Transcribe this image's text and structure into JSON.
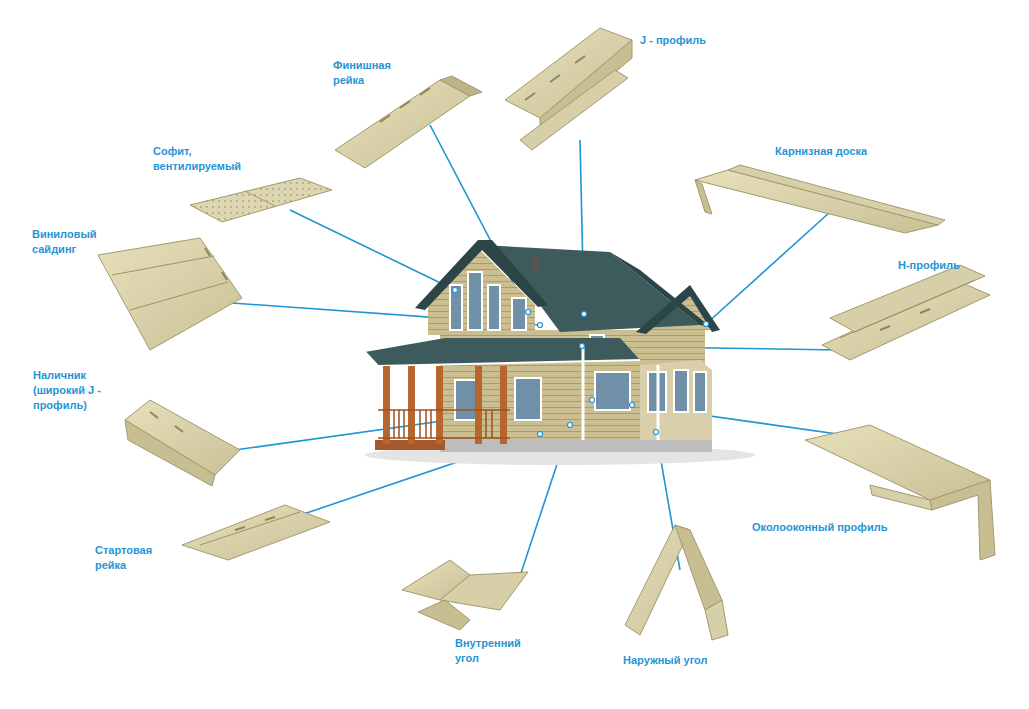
{
  "diagram": {
    "labels": [
      "Финишная рейка",
      "J - профиль",
      "Софит, вентилируемый",
      "Карнизная доска",
      "Виниловый сайдинг",
      "H-профиль",
      "Наличник (широкий J - профиль)",
      "Околооконный профиль",
      "Стартовая рейка",
      "Внутренний угол",
      "Наружный угол"
    ]
  }
}
